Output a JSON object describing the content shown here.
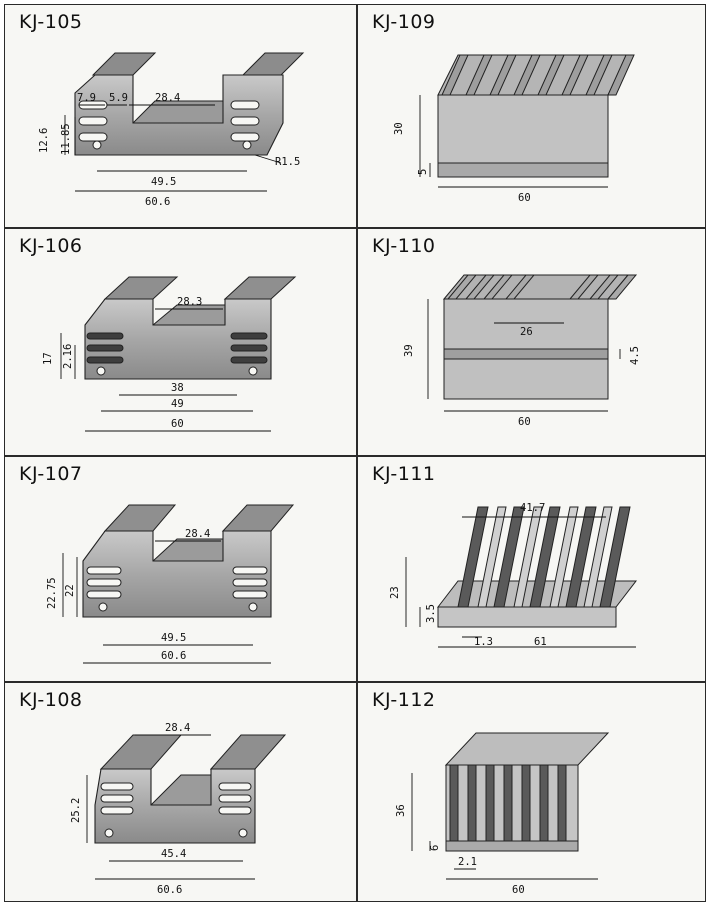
{
  "cells": [
    {
      "id": "kj105",
      "model": "KJ-105",
      "dims": {
        "d1": "7.9",
        "d2": "5.9",
        "d3": "28.4",
        "d4": "12.6",
        "d5": "11.85",
        "d6": "R1.5",
        "d7": "49.5",
        "d8": "60.6"
      }
    },
    {
      "id": "kj109",
      "model": "KJ-109",
      "dims": {
        "d1": "30",
        "d2": "5",
        "d3": "60"
      }
    },
    {
      "id": "kj106",
      "model": "KJ-106",
      "dims": {
        "d1": "28.3",
        "d2": "17",
        "d3": "2.16",
        "d4": "38",
        "d5": "49",
        "d6": "60"
      }
    },
    {
      "id": "kj110",
      "model": "KJ-110",
      "dims": {
        "d1": "39",
        "d2": "26",
        "d3": "4.5",
        "d4": "60"
      }
    },
    {
      "id": "kj107",
      "model": "KJ-107",
      "dims": {
        "d1": "28.4",
        "d2": "22.75",
        "d3": "22",
        "d4": "49.5",
        "d5": "60.6"
      }
    },
    {
      "id": "kj111",
      "model": "KJ-111",
      "dims": {
        "d1": "41.7",
        "d2": "23",
        "d3": "3.5",
        "d4": "1.3",
        "d5": "61"
      }
    },
    {
      "id": "kj108",
      "model": "KJ-108",
      "dims": {
        "d1": "28.4",
        "d2": "25.2",
        "d3": "45.4",
        "d4": "60.6"
      }
    },
    {
      "id": "kj112",
      "model": "KJ-112",
      "dims": {
        "d1": "36",
        "d2": "6",
        "d3": "2.1",
        "d4": "60"
      }
    }
  ]
}
